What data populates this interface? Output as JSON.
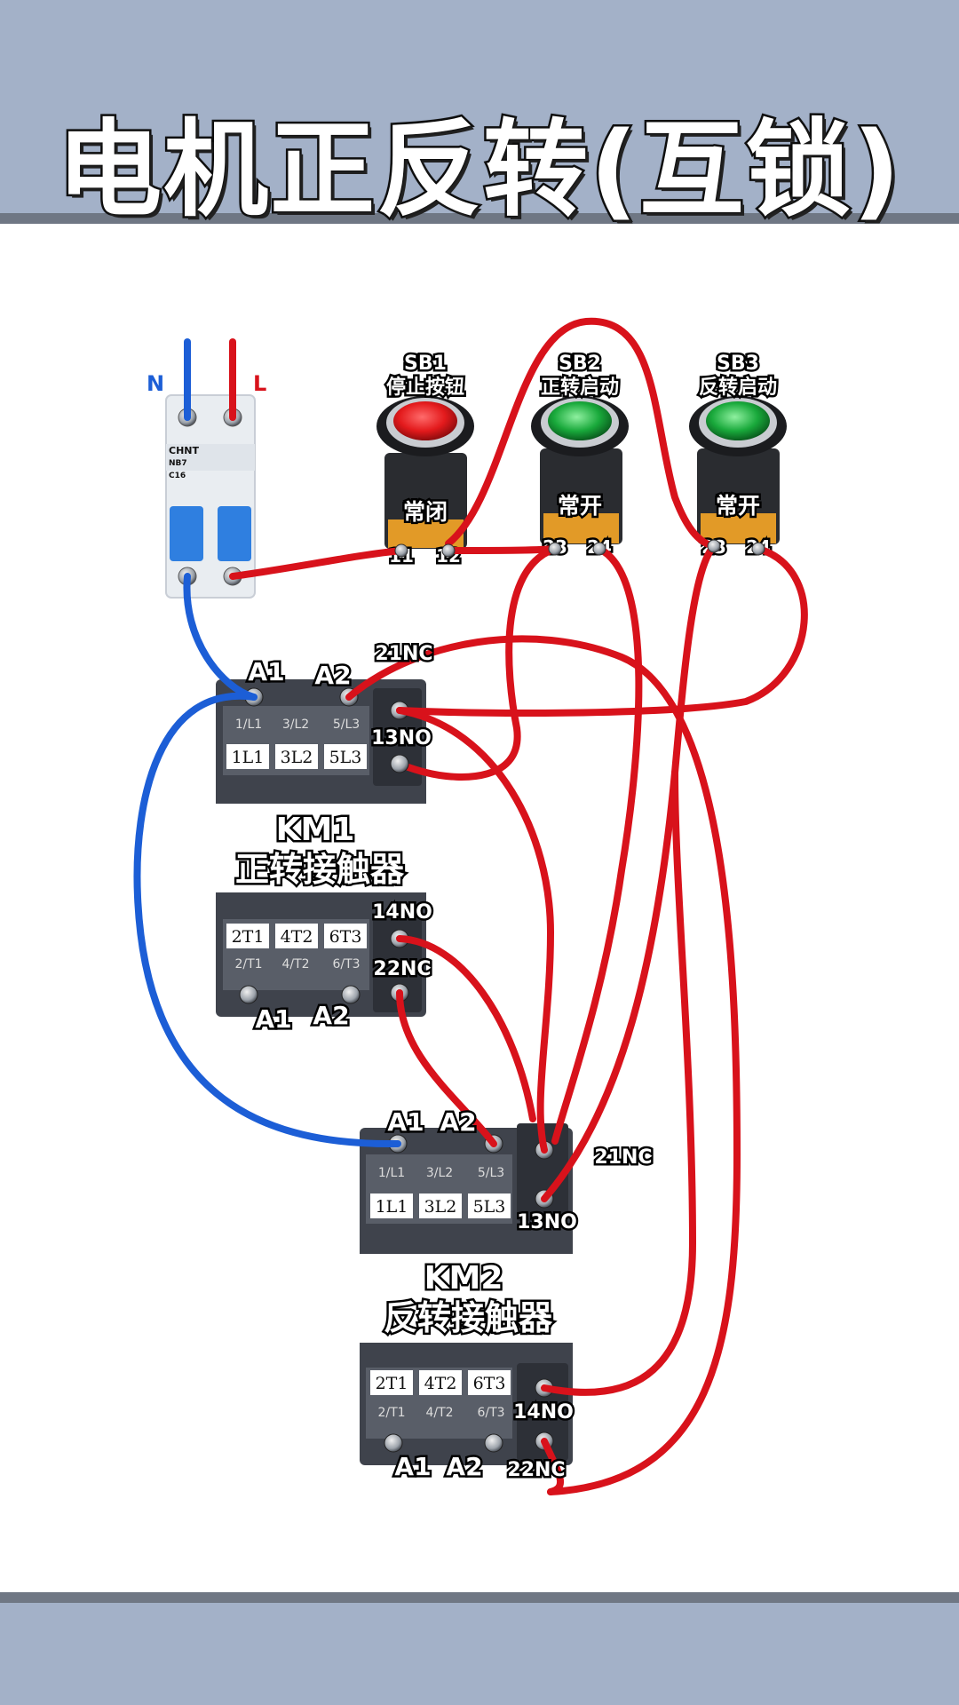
{
  "title": "电机正反转(互锁)",
  "colors": {
    "header_bg": "#a3b1c8",
    "wire_red": "#d8121b",
    "wire_blue": "#1c5ed6",
    "contactor_body": "#3f434c",
    "breaker_body": "#e9edf1"
  },
  "breaker": {
    "label_n": "N",
    "label_l": "L",
    "brand": "CHNT",
    "model": "NB7",
    "rating": "C16"
  },
  "buttons": [
    {
      "id": "SB1",
      "name": "停止按钮",
      "contact": "常闭",
      "t1": "11",
      "t2": "12",
      "color": "#e31a1c"
    },
    {
      "id": "SB2",
      "name": "正转启动",
      "contact": "常开",
      "t1": "23",
      "t2": "24",
      "color": "#19a93b"
    },
    {
      "id": "SB3",
      "name": "反转启动",
      "contact": "常开",
      "t1": "23",
      "t2": "24",
      "color": "#19a93b"
    }
  ],
  "km1": {
    "name": "KM1",
    "desc": "正转接触器",
    "top_terms": [
      "1L1",
      "3L2",
      "5L3"
    ],
    "bottom_terms": [
      "2T1",
      "4T2",
      "6T3"
    ],
    "top_small": [
      "1/L1",
      "3/L2",
      "5/L3"
    ],
    "bottom_small": [
      "2/T1",
      "4/T2",
      "6/T3"
    ],
    "a1": "A1",
    "a2": "A2",
    "nc_in": "21NC",
    "no_in": "13NO",
    "no_out": "14NO",
    "nc_out": "22NC"
  },
  "km2": {
    "name": "KM2",
    "desc": "反转接触器",
    "top_terms": [
      "1L1",
      "3L2",
      "5L3"
    ],
    "bottom_terms": [
      "2T1",
      "4T2",
      "6T3"
    ],
    "top_small": [
      "1/L1",
      "3/L2",
      "5/L3"
    ],
    "bottom_small": [
      "2/T1",
      "4/T2",
      "6/T3"
    ],
    "a1": "A1",
    "a2": "A2",
    "nc_in": "21NC",
    "no_in": "13NO",
    "no_out": "14NO",
    "nc_out": "22NC"
  }
}
